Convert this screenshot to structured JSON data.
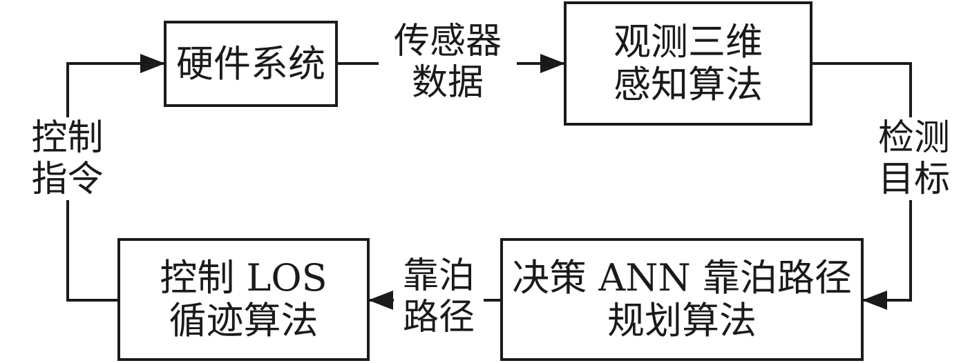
{
  "nodes": {
    "hardware": {
      "lines": [
        "硬件系统"
      ]
    },
    "perception": {
      "lines": [
        "观测三维",
        "感知算法"
      ]
    },
    "planning": {
      "lines": [
        "决策 ANN 靠泊路径",
        "规划算法"
      ]
    },
    "control": {
      "lines": [
        "控制 LOS",
        "循迹算法"
      ]
    }
  },
  "edges": {
    "sensor_data": {
      "lines": [
        "传感器",
        "数据"
      ]
    },
    "detected_target": {
      "lines": [
        "检测",
        "目标"
      ]
    },
    "berthing_path": {
      "lines": [
        "靠泊",
        "路径"
      ]
    },
    "control_command": {
      "lines": [
        "控制",
        "指令"
      ]
    }
  },
  "colors": {
    "stroke": "#1a1a1a",
    "background": "#ffffff"
  }
}
